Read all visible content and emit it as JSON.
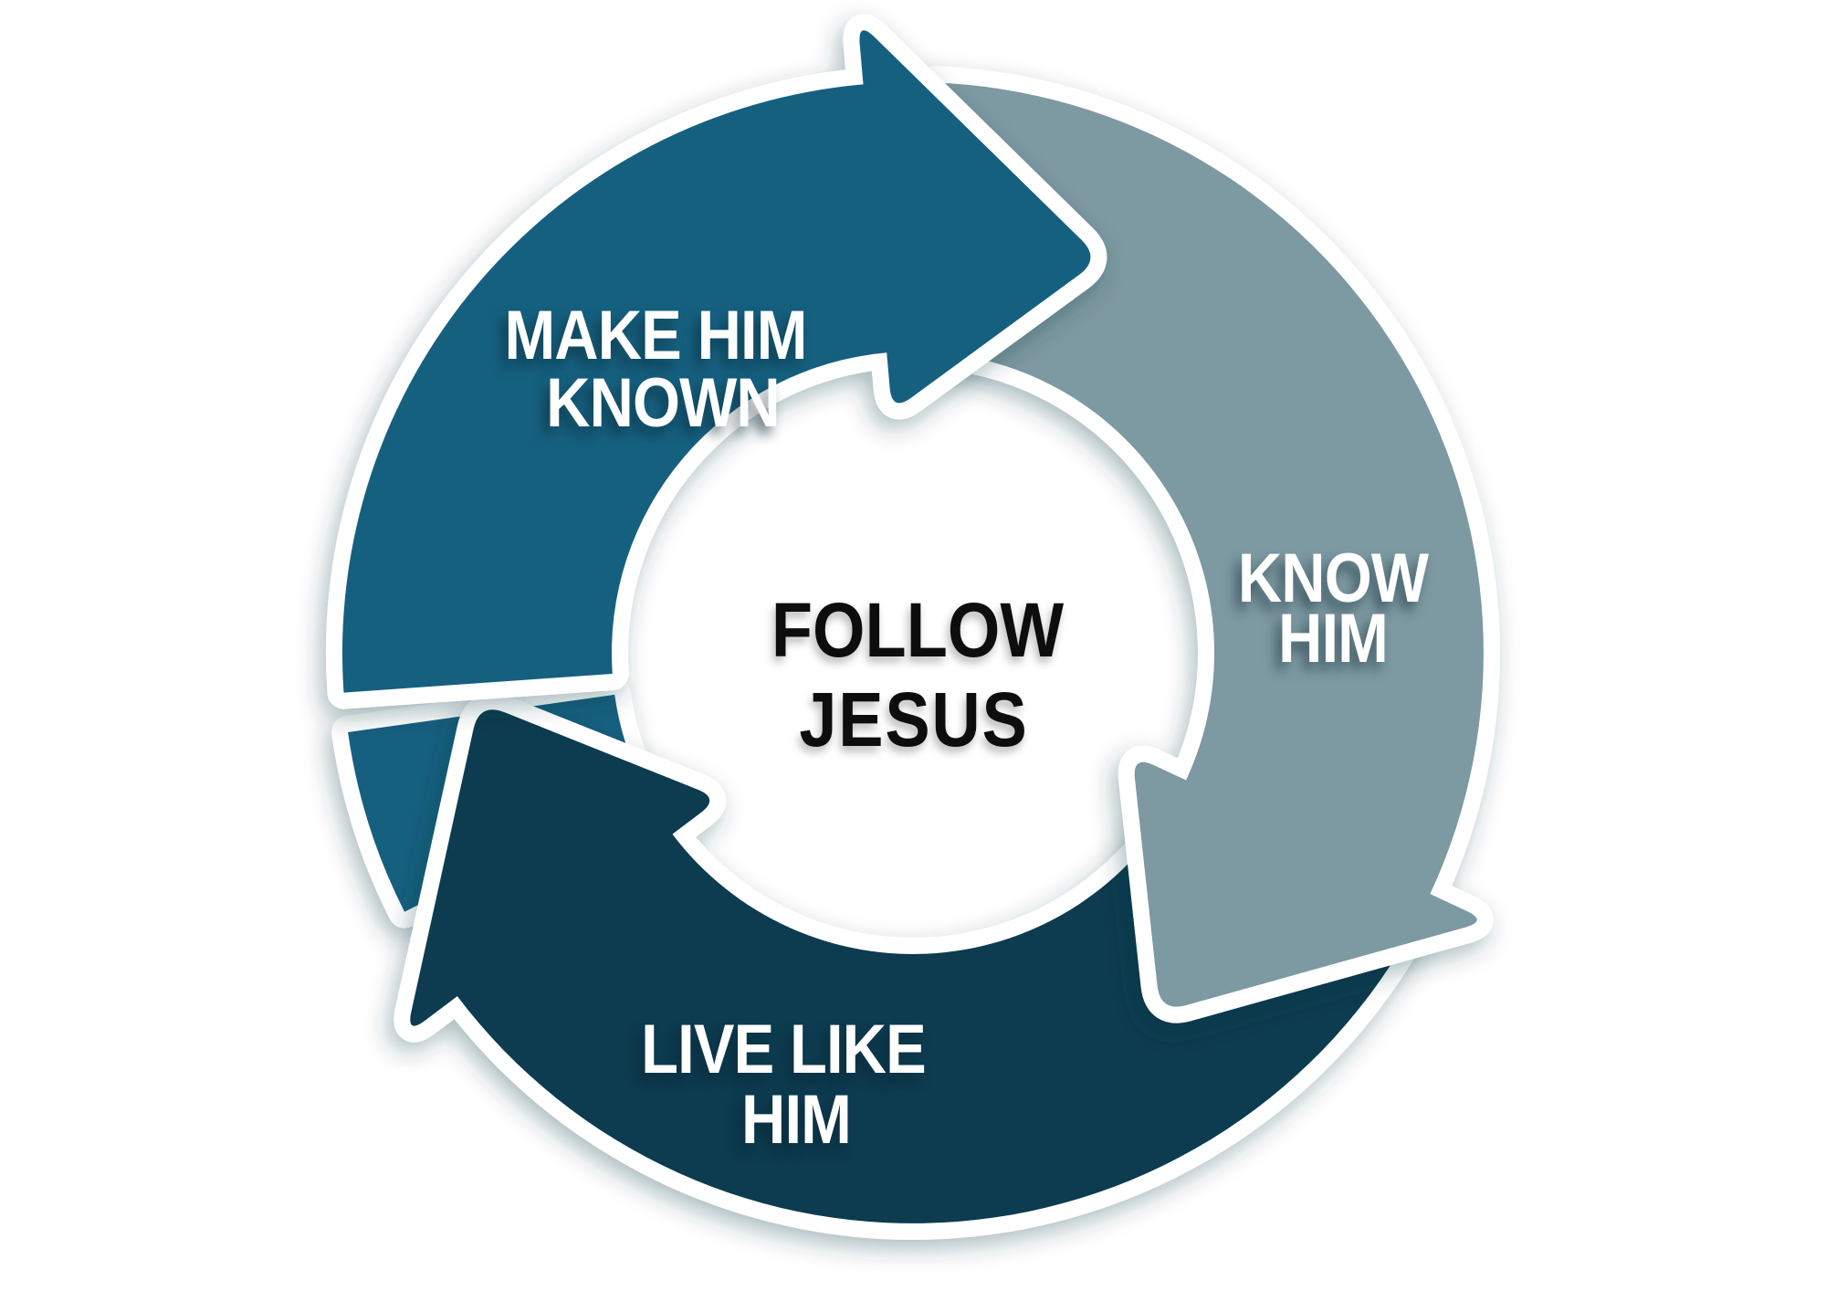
{
  "diagram": {
    "background": "#ffffff",
    "outline_color": "#ffffff",
    "flow": "clockwise",
    "center": {
      "line1": "FOLLOW",
      "line2": "JESUS",
      "text_color": "#0d0d0d"
    },
    "steps": [
      {
        "id": "make-him-known",
        "label_line1": "MAKE HIM",
        "label_line2": "KNOWN",
        "color": "#15617f",
        "text_color": "#ffffff"
      },
      {
        "id": "know-him",
        "label_line1": "KNOW",
        "label_line2": "HIM",
        "color": "#7d99a1",
        "text_color": "#ffffff"
      },
      {
        "id": "live-like-him",
        "label_line1": "LIVE LIKE",
        "label_line2": "HIM",
        "color": "#0d3b50",
        "text_color": "#ffffff"
      }
    ]
  }
}
